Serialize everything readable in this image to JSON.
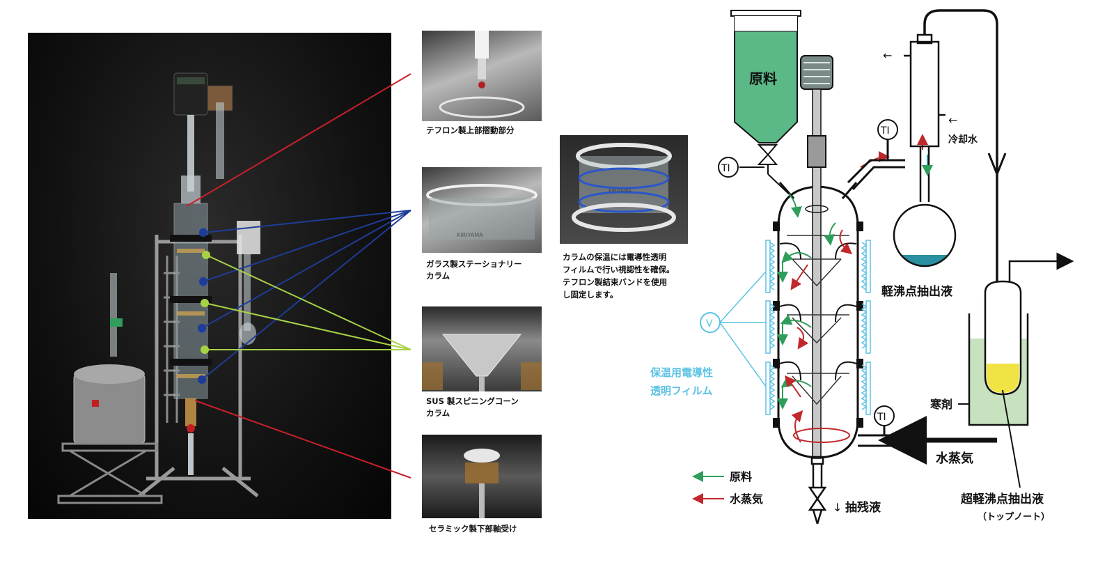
{
  "photos": {
    "main": {
      "name": "reactor-photo"
    },
    "items": [
      {
        "caption": "テフロン製上部摺動部分"
      },
      {
        "caption": "ガラス製ステーショナリー\nカラム"
      },
      {
        "caption": "SUS 製スピニングコーン\nカラム"
      },
      {
        "caption": "セラミック製下部軸受け"
      }
    ],
    "insulation_caption": "カラムの保温には電導性透明\nフィルムで行い視認性を確保。\nテフロン製結束バンドを使用\nし固定します。",
    "brand": "KIRIYAMA"
  },
  "diagram": {
    "feed_label": "原料",
    "ti_label": "TI",
    "v_label": "V",
    "cooling_water": "冷却水",
    "light_fraction": "軽沸点抽出液",
    "film_label": "保温用電導性\n透明フィルム",
    "coolant": "寒剤",
    "steam": "水蒸気",
    "residue": "抽残液",
    "ultra_light": "超軽沸点抽出液",
    "top_note": "（トップノート）",
    "legend": [
      {
        "label": "原料",
        "color": "#2e9e5a"
      },
      {
        "label": "水蒸気",
        "color": "#c0282b"
      }
    ],
    "colors": {
      "feed": "#5bb887",
      "light_liquid": "#2a8fa0",
      "coolant": "#c8e2c0",
      "trap_liquid": "#f0e445",
      "film": "#5bc2e4",
      "steam": "#c0282b",
      "callout_red": "#c8202a",
      "callout_blue": "#1e3c96",
      "callout_green": "#a8d246"
    }
  }
}
